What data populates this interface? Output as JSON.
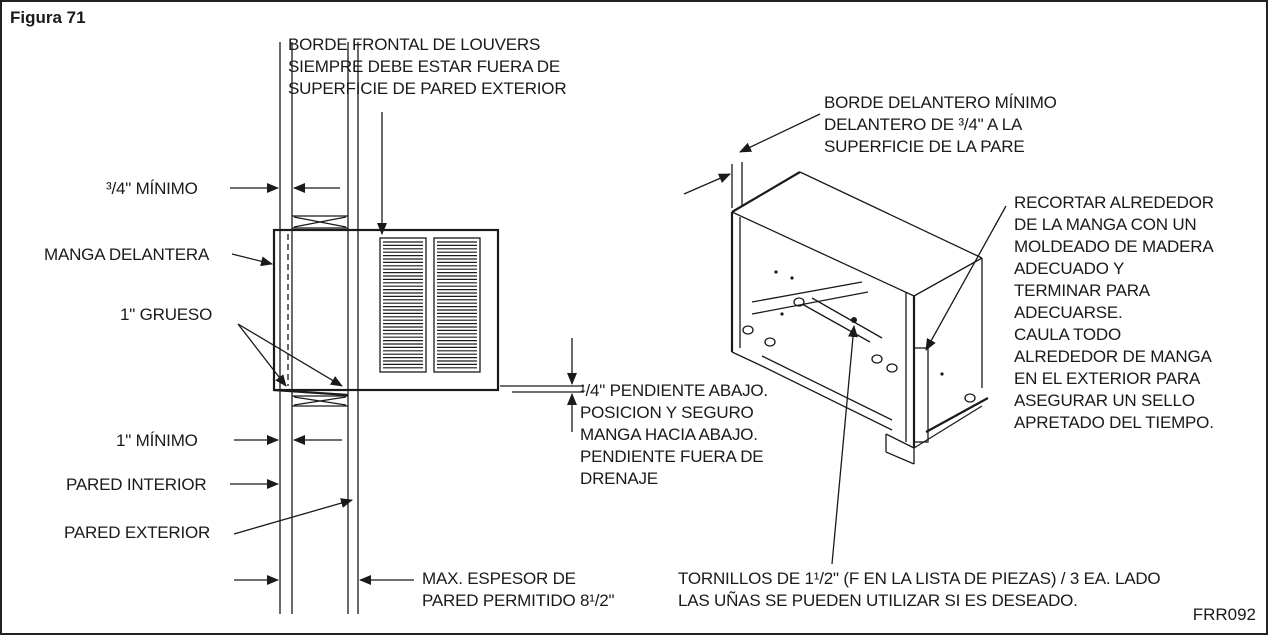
{
  "figure_title": "Figura 71",
  "figure_code": "FRR092",
  "labels": {
    "louvers_edge": "BORDE FRONTAL DE LOUVERS\nSIEMPRE DEBE ESTAR FUERA DE\nSUPERFICIE DE PARED EXTERIOR",
    "min_3_4": "³/4\" MÍNIMO",
    "manga_delantera": "MANGA DELANTERA",
    "grueso_1": "1\" GRUESO",
    "min_1": "1\" MÍNIMO",
    "pared_interior": "PARED INTERIOR",
    "pared_exterior": "PARED EXTERIOR",
    "max_espesor": "MAX. ESPESOR DE\nPARED PERMITIDO 8¹/2\"",
    "pendiente": "¹/4\" PENDIENTE ABAJO.\nPOSICION Y SEGURO\nMANGA HACIA ABAJO.\nPENDIENTE FUERA DE\nDRENAJE",
    "borde_delantero": "BORDE DELANTERO MÍNIMO\nDELANTERO DE ³/4\" A LA\nSUPERFICIE DE LA PARE",
    "recortar": "RECORTAR ALREDEDOR\nDE LA MANGA CON UN\nMOLDEADO DE MADERA\nADECUADO Y\nTERMINAR PARA\nADECUARSE.\nCAULA TODO\nALREDEDOR DE MANGA\nEN EL EXTERIOR PARA\nASEGURAR UN SELLO\nAPRETADO DEL TIEMPO.",
    "tornillos": "TORNILLOS DE 1¹/2\" (F EN LA LISTA DE PIEZAS) / 3 EA. LADO\nLAS UÑAS SE PUEDEN UTILIZAR SI ES DESEADO."
  }
}
